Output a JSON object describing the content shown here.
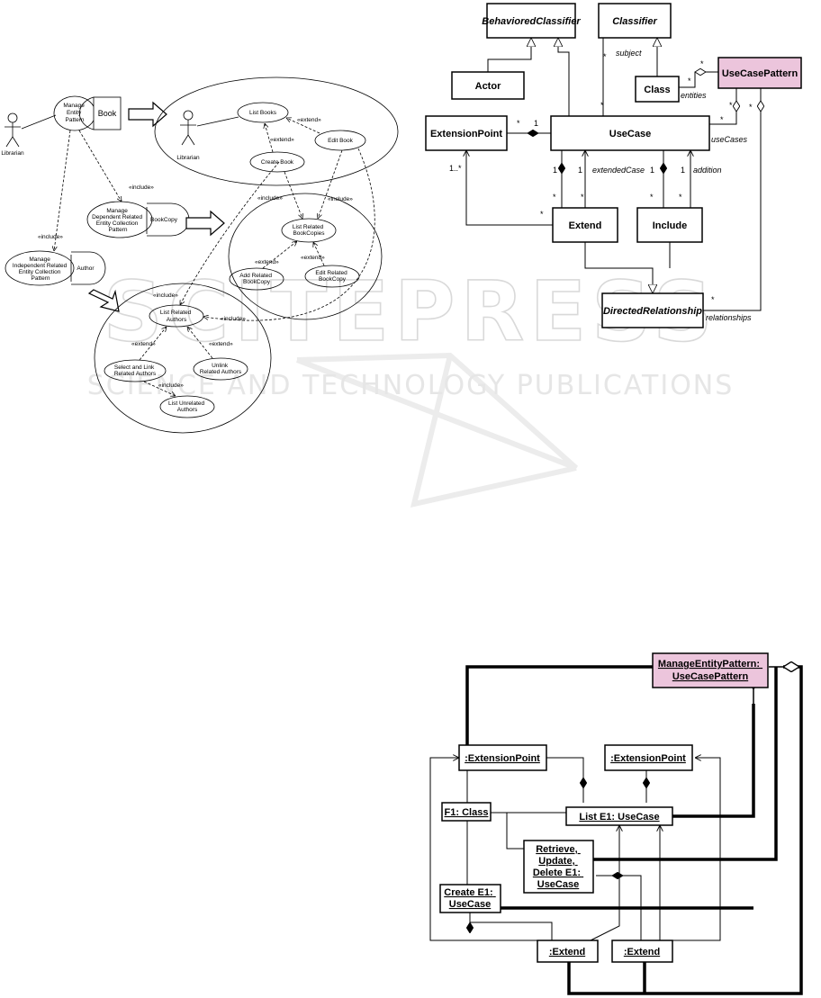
{
  "watermark": {
    "line1": "SCITEPRESS",
    "line2": "SCIENCE AND TECHNOLOGY PUBLICATIONS"
  },
  "usecase_diagram": {
    "actor_left": "Librarian",
    "actor_right": "Librarian",
    "manage_entity": [
      "Manage",
      "Entity",
      "Pattern"
    ],
    "manage_entity_class": "Book",
    "manage_dependent": [
      "Manage",
      "Dependent Related",
      "Entity Collection",
      "Pattern"
    ],
    "manage_dependent_class": "BookCopy",
    "manage_independent": [
      "Manage",
      "Independent Related",
      "Entity Collection",
      "Pattern"
    ],
    "manage_independent_class": "Author",
    "include": "«include»",
    "extend": "«extend»",
    "list_books": "List Books",
    "create_book": "Create Book",
    "edit_book": "Edit Book",
    "list_related_bookcopies": [
      "List Related",
      "BookCopies"
    ],
    "add_related_bookcopy": [
      "Add Related",
      "BookCopy"
    ],
    "edit_related_bookcopy": [
      "Edit Related",
      "BookCopy"
    ],
    "list_related_authors": [
      "List Related",
      "Authors"
    ],
    "select_link_authors": [
      "Select and Link",
      "Related Authors"
    ],
    "unlink_authors": [
      "Unlink",
      "Related Authors"
    ],
    "list_unrelated_authors": [
      "List Unrelated",
      "Authors"
    ]
  },
  "metamodel": {
    "behaviored_classifier": "BehavioredClassifier",
    "classifier": "Classifier",
    "actor": "Actor",
    "class": "Class",
    "use_case_pattern": "UseCasePattern",
    "extension_point": "ExtensionPoint",
    "use_case": "UseCase",
    "extend": "Extend",
    "include": "Include",
    "directed_relationship": "DirectedRelationship",
    "role_subject": "subject",
    "role_entities": "entities",
    "role_use_cases": "useCases",
    "role_extended_case": "extendedCase",
    "role_addition": "addition",
    "role_relationships": "relationships",
    "mult_star": "*",
    "mult_one": "1",
    "mult_one_many": "1..*"
  },
  "instance_diagram": {
    "pattern": [
      "ManageEntityPattern:",
      "UseCasePattern"
    ],
    "ext_point_1": ":ExtensionPoint",
    "ext_point_2": ":ExtensionPoint",
    "class": "F1: Class",
    "list": "List E1: UseCase",
    "rud": [
      "Retrieve,",
      "Update,",
      "Delete E1:",
      "UseCase"
    ],
    "create": [
      "Create E1:",
      "UseCase"
    ],
    "extend_1": ":Extend",
    "extend_2": ":Extend"
  },
  "colors": {
    "pattern_fill": "#ecc5dc"
  }
}
